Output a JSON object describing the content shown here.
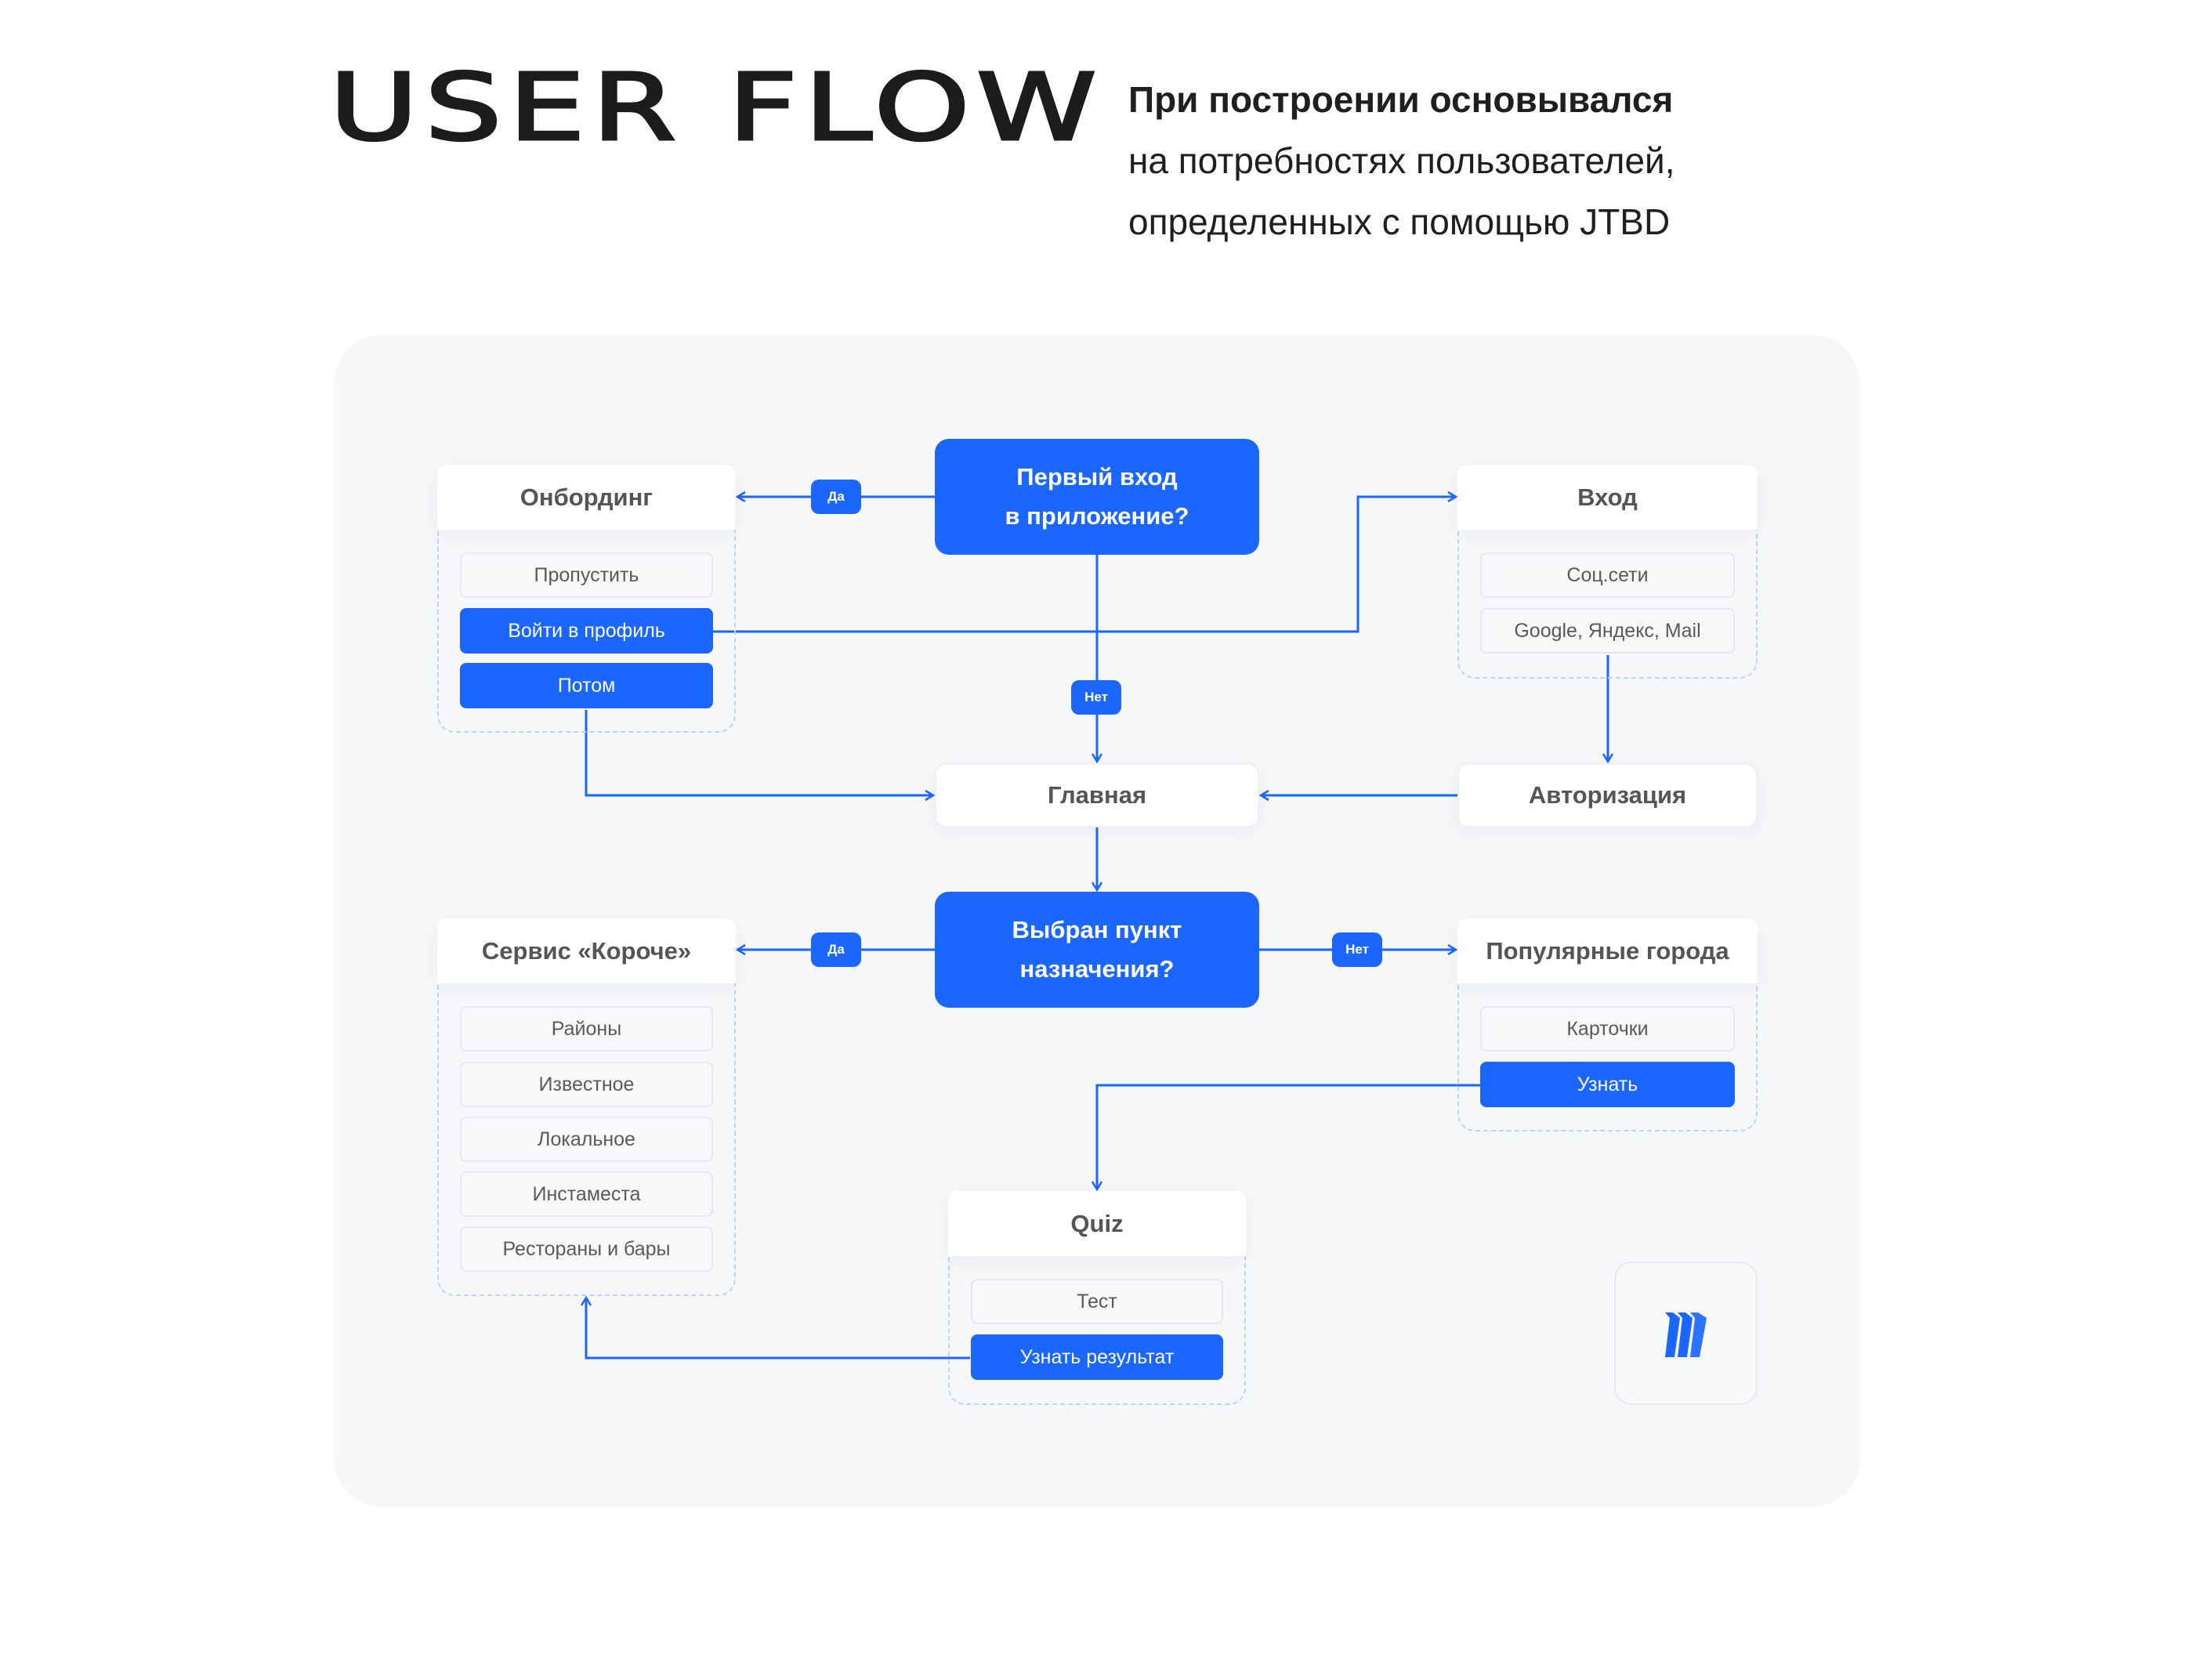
{
  "header": {
    "title": "USER FLOW",
    "subtitle_lines": [
      "При построении основывался",
      "на потребностях пользователей,",
      "определенных с помощью JTBD"
    ]
  },
  "colors": {
    "accent": "#1a66ff",
    "panel_bg": "#f6f7f9",
    "card_bg": "#ffffff",
    "dashed_border": "#bcd3fb",
    "text_gray": "#555555"
  },
  "flow": {
    "decision_first_entry": {
      "line1": "Первый вход",
      "line2": "в приложение?"
    },
    "decision_destination": {
      "line1": "Выбран пункт",
      "line2": "назначения?"
    },
    "onboarding": {
      "title": "Онбординг",
      "options": [
        {
          "label": "Пропустить",
          "active": false
        },
        {
          "label": "Войти в профиль",
          "active": true
        },
        {
          "label": "Потом",
          "active": true
        }
      ]
    },
    "login": {
      "title": "Вход",
      "options": [
        {
          "label": "Соц.сети",
          "active": false
        },
        {
          "label": "Google, Яндекс, Mail",
          "active": false
        }
      ]
    },
    "main": {
      "title": "Главная"
    },
    "authorization": {
      "title": "Авторизация"
    },
    "service": {
      "title": "Сервис «Короче»",
      "options": [
        {
          "label": "Районы",
          "active": false
        },
        {
          "label": "Известное",
          "active": false
        },
        {
          "label": "Локальное",
          "active": false
        },
        {
          "label": "Инстаместа",
          "active": false
        },
        {
          "label": "Рестораны и бары",
          "active": false
        }
      ]
    },
    "popular_cities": {
      "title": "Популярные города",
      "options": [
        {
          "label": "Карточки",
          "active": false
        },
        {
          "label": "Узнать",
          "active": true
        }
      ]
    },
    "quiz": {
      "title": "Quiz",
      "options": [
        {
          "label": "Тест",
          "active": false
        },
        {
          "label": "Узнать результат",
          "active": true
        }
      ]
    },
    "tags": {
      "yes_1": "Да",
      "no_1": "Нет",
      "yes_2": "Да",
      "no_2": "Нет"
    },
    "logo_icon": "miro-logo-icon"
  }
}
